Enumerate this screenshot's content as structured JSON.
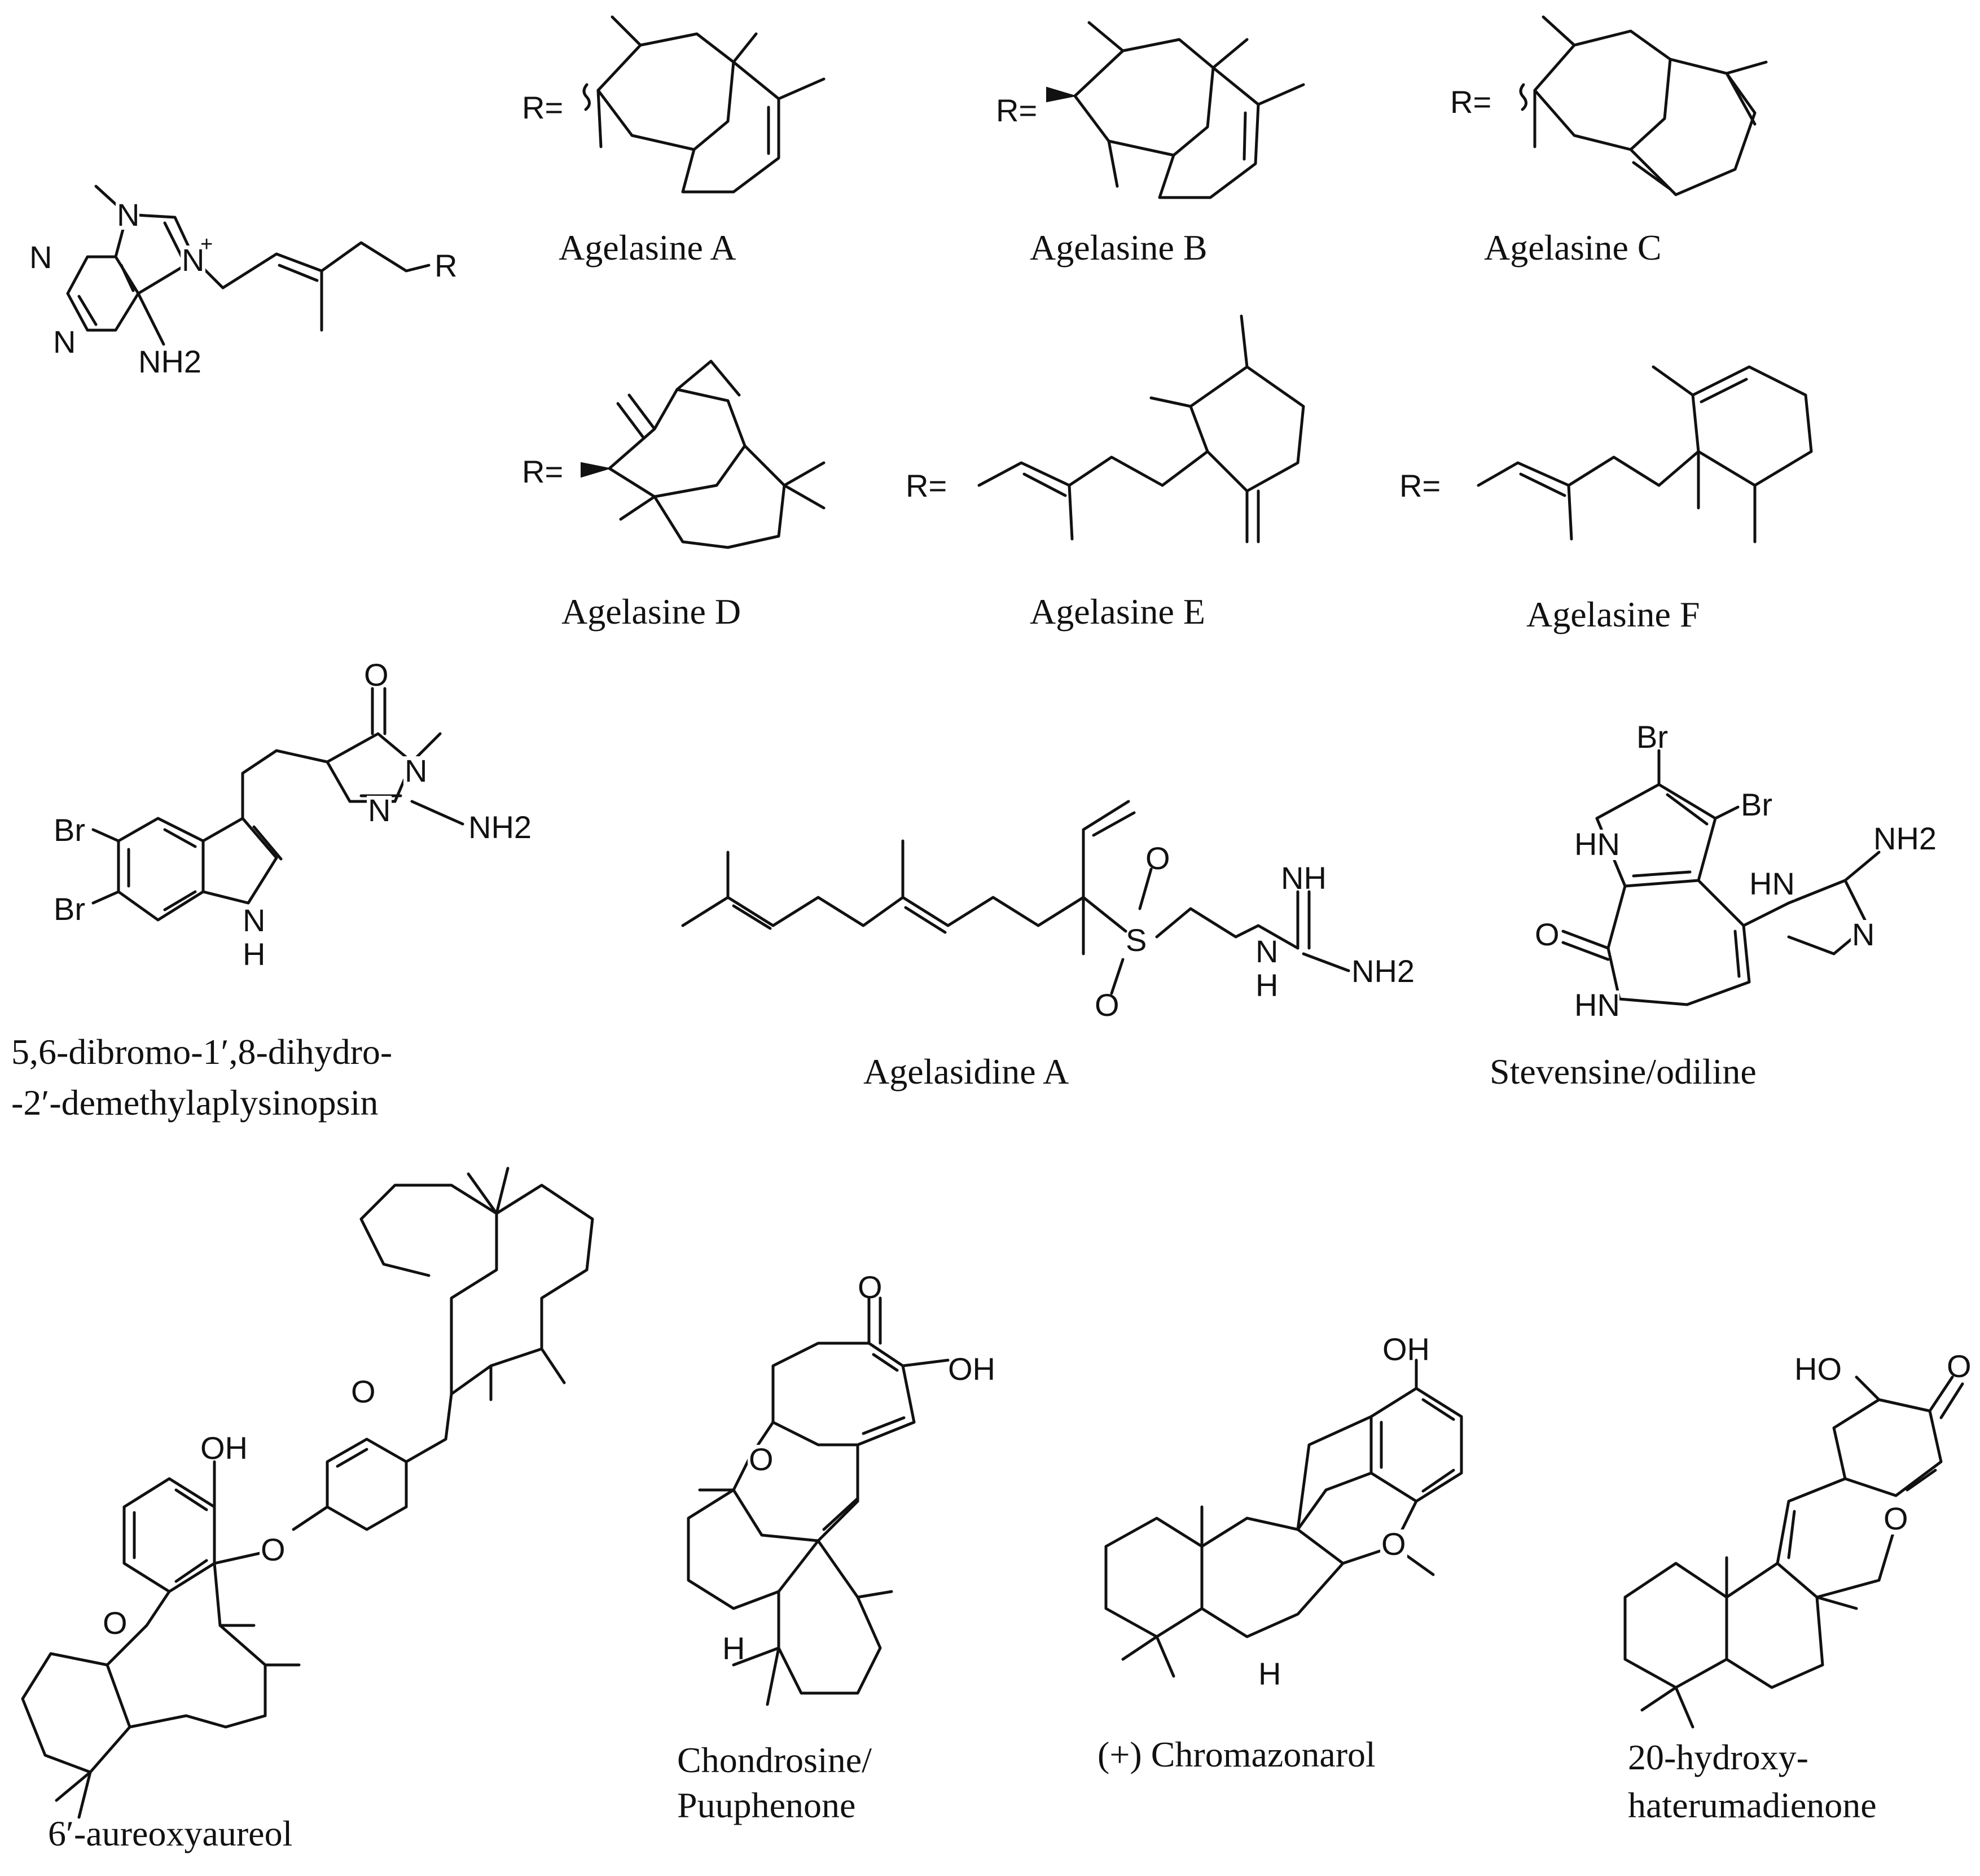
{
  "figure": {
    "colors": {
      "ink": "#111111",
      "background": "#ffffff"
    },
    "core": {
      "atoms": [
        "N",
        "N",
        "N",
        "N",
        "+",
        "NH2",
        "R"
      ]
    },
    "r_prefix": "R=",
    "compounds": [
      {
        "name": "Agelasine A"
      },
      {
        "name": "Agelasine B"
      },
      {
        "name": "Agelasine C"
      },
      {
        "name": "Agelasine D"
      },
      {
        "name": "Agelasine E"
      },
      {
        "name": "Agelasine F"
      },
      {
        "name": "5,6-dibromo-1′,8-dihydro-",
        "name2": "-2′-demethylaplysinopsin",
        "atoms": [
          "Br",
          "Br",
          "H",
          "N",
          "O",
          "N",
          "N",
          "NH2"
        ]
      },
      {
        "name": "Agelasidine A",
        "atoms": [
          "S",
          "O",
          "O",
          "NH",
          "N",
          "H",
          "NH2"
        ]
      },
      {
        "name": "Stevensine/odiline",
        "atoms": [
          "Br",
          "Br",
          "HN",
          "O",
          "HN",
          "HN",
          "N",
          "NH2"
        ]
      },
      {
        "name": "6′-aureoxyaureol",
        "atoms": [
          "OH",
          "O",
          "O",
          "O"
        ]
      },
      {
        "name": "Chondrosine/",
        "name2": "Puuphenone",
        "atoms": [
          "O",
          "OH",
          "O",
          "H"
        ]
      },
      {
        "name": "(+) Chromazonarol",
        "atoms": [
          "OH",
          "O",
          "H"
        ]
      },
      {
        "name": "20-hydroxy-",
        "name2": "haterumadienone",
        "atoms": [
          "HO",
          "O",
          "O"
        ]
      }
    ]
  }
}
